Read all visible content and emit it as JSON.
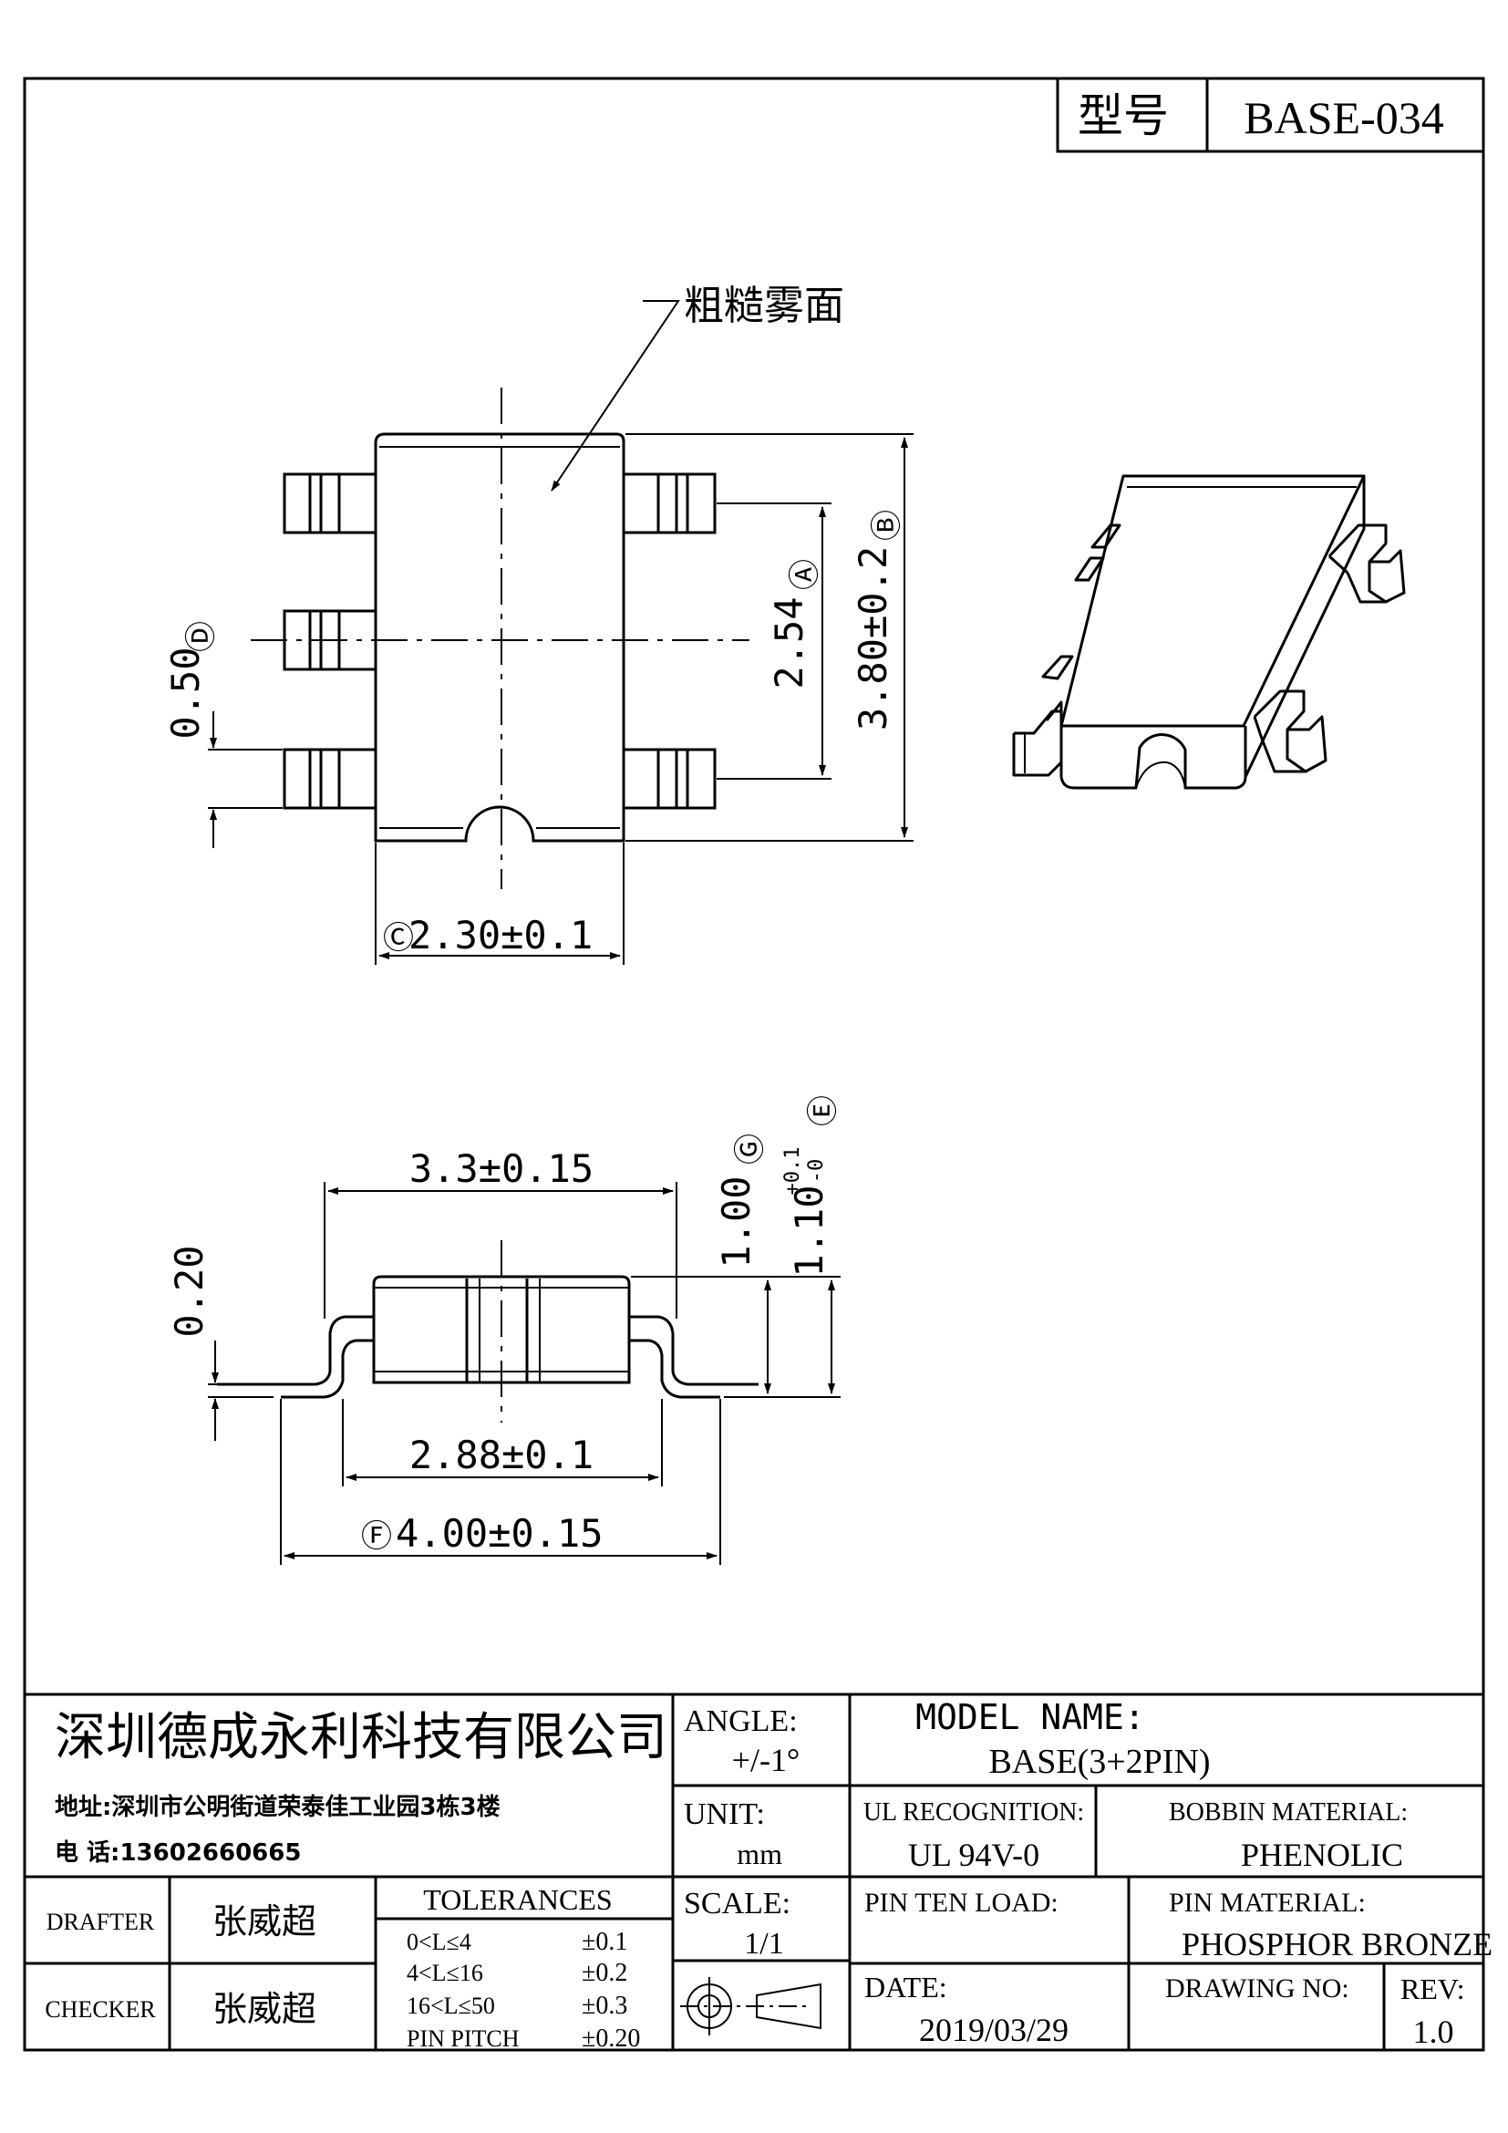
{
  "model_box": {
    "label": "型号",
    "value": "BASE-034"
  },
  "top_view": {
    "surface_note": "粗糙雾面",
    "dim_a": {
      "tag": "Ⓐ",
      "value": "2.54"
    },
    "dim_b": {
      "tag": "Ⓑ",
      "value": "3.80±0.2"
    },
    "dim_c": {
      "tag": "Ⓒ",
      "value": "2.30±0.1"
    },
    "dim_d": {
      "tag": "Ⓓ",
      "value": "0.50"
    }
  },
  "side_view": {
    "dim_width": "3.3±0.15",
    "dim_inner": "2.88±0.1",
    "dim_f": {
      "tag": "Ⓕ",
      "value": "4.00±0.15"
    },
    "dim_pin_thk": "0.20",
    "dim_g": {
      "tag": "Ⓖ",
      "value": "1.00"
    },
    "dim_e": {
      "tag": "Ⓔ",
      "value": "1.10",
      "tol_plus": "+0.1",
      "tol_minus": "-0"
    }
  },
  "title_block": {
    "company": "深圳德成永利科技有限公司",
    "address": "地址:深圳市公明街道荣泰佳工业园3栋3楼",
    "phone": "电  话:13602660665",
    "angle_label": "ANGLE:",
    "angle_value": "+/-1°",
    "model_name_label": "MODEL  NAME:",
    "model_name_value": "BASE(3+2PIN)",
    "unit_label": "UNIT:",
    "unit_value": "mm",
    "ul_label": "UL RECOGNITION:",
    "ul_value": "UL 94V-0",
    "bobbin_label": "BOBBIN MATERIAL:",
    "bobbin_value": "PHENOLIC",
    "drafter_label": "DRAFTER",
    "drafter_name": "张威超",
    "checker_label": "CHECKER",
    "checker_name": "张威超",
    "tolerances_label": "TOLERANCES",
    "tolerances": [
      {
        "range": "0<L≤4",
        "tol": "±0.1"
      },
      {
        "range": "4<L≤16",
        "tol": "±0.2"
      },
      {
        "range": "16<L≤50",
        "tol": "±0.3"
      },
      {
        "range": "PIN PITCH",
        "tol": "±0.20"
      }
    ],
    "scale_label": "SCALE:",
    "scale_value": "1/1",
    "pin_ten_label": "PIN TEN LOAD:",
    "pin_material_label": "PIN MATERIAL:",
    "pin_material_value": "PHOSPHOR BRONZE",
    "date_label": "DATE:",
    "date_value": "2019/03/29",
    "drawing_no_label": "DRAWING NO:",
    "rev_label": "REV:",
    "rev_value": "1.0"
  }
}
